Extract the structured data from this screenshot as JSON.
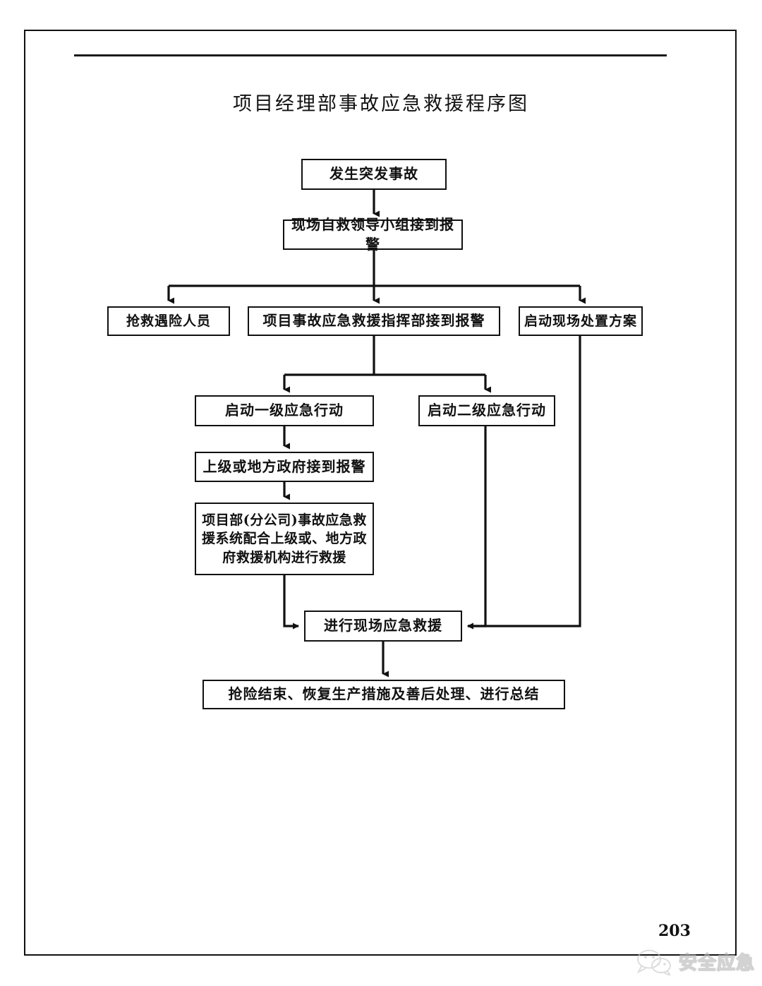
{
  "page": {
    "title": "项目经理部事故应急救援程序图",
    "page_number": "203",
    "watermark_text": "安全应急",
    "ink_color": "#111111",
    "background_color": "#ffffff"
  },
  "chart_data": {
    "type": "diagram",
    "title": "项目经理部事故应急救援程序图",
    "nodes": [
      {
        "id": "start",
        "label": "发生突发事故"
      },
      {
        "id": "team",
        "label": "现场自救领导小组接到报警"
      },
      {
        "id": "rescue",
        "label": "抢救遇险人员"
      },
      {
        "id": "command",
        "label": "项目事故应急救援指挥部接到报警"
      },
      {
        "id": "onsite",
        "label": "启动现场处置方案"
      },
      {
        "id": "level1",
        "label": "启动一级应急行动"
      },
      {
        "id": "level2",
        "label": "启动二级应急行动"
      },
      {
        "id": "gov",
        "label": "上级或地方政府接到报警"
      },
      {
        "id": "system",
        "label": "项目部(分公司)事故应急救\n援系统配合上级或、地方政\n府救援机构进行救援"
      },
      {
        "id": "execute",
        "label": "进行现场应急救援"
      },
      {
        "id": "finish",
        "label": "抢险结束、恢复生产措施及善后处理、进行总结"
      }
    ],
    "edges": [
      {
        "from": "start",
        "to": "team"
      },
      {
        "from": "team",
        "to": "rescue"
      },
      {
        "from": "team",
        "to": "command"
      },
      {
        "from": "team",
        "to": "onsite"
      },
      {
        "from": "command",
        "to": "level1"
      },
      {
        "from": "command",
        "to": "level2"
      },
      {
        "from": "level1",
        "to": "gov"
      },
      {
        "from": "gov",
        "to": "system"
      },
      {
        "from": "system",
        "to": "execute"
      },
      {
        "from": "level2",
        "to": "execute"
      },
      {
        "from": "onsite",
        "to": "execute"
      },
      {
        "from": "execute",
        "to": "finish"
      }
    ]
  }
}
